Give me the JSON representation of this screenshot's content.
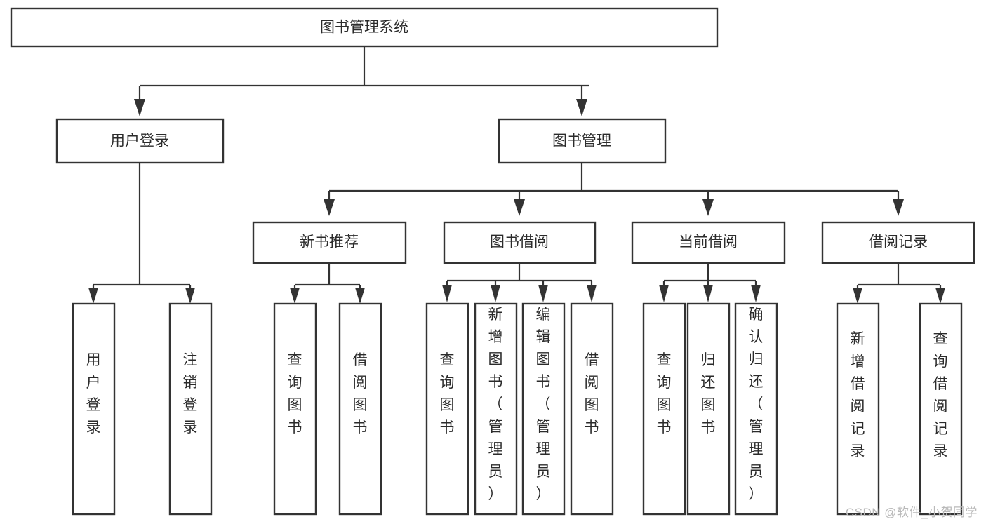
{
  "diagram": {
    "title": "图书管理系统",
    "type": "hierarchy-tree",
    "watermark": "CSDN @软件_小贺同学",
    "accent_color": "#333333",
    "background_color": "#ffffff",
    "levels": 4,
    "root": {
      "id": "root",
      "label": "图书管理系统",
      "orientation": "horizontal"
    },
    "level2": [
      {
        "id": "user-login",
        "label": "用户登录",
        "orientation": "horizontal"
      },
      {
        "id": "book-management",
        "label": "图书管理",
        "orientation": "horizontal"
      }
    ],
    "level3": [
      {
        "id": "new-book-recommend",
        "label": "新书推荐",
        "orientation": "horizontal",
        "parent": "book-management"
      },
      {
        "id": "book-borrow",
        "label": "图书借阅",
        "orientation": "horizontal",
        "parent": "book-management"
      },
      {
        "id": "current-borrow",
        "label": "当前借阅",
        "orientation": "horizontal",
        "parent": "book-management"
      },
      {
        "id": "borrow-record",
        "label": "借阅记录",
        "orientation": "horizontal",
        "parent": "book-management"
      }
    ],
    "leaves": {
      "user-login": [
        {
          "id": "leaf-user-login",
          "label": "用户登录",
          "orientation": "vertical"
        },
        {
          "id": "leaf-logout",
          "label": "注销登录",
          "orientation": "vertical"
        }
      ],
      "new-book-recommend": [
        {
          "id": "leaf-query-book-1",
          "label": "查询图书",
          "orientation": "vertical"
        },
        {
          "id": "leaf-borrow-book-1",
          "label": "借阅图书",
          "orientation": "vertical"
        }
      ],
      "book-borrow": [
        {
          "id": "leaf-query-book-2",
          "label": "查询图书",
          "orientation": "vertical"
        },
        {
          "id": "leaf-add-book",
          "label": "新增图书（管理员）",
          "orientation": "vertical"
        },
        {
          "id": "leaf-edit-book",
          "label": "编辑图书（管理员）",
          "orientation": "vertical"
        },
        {
          "id": "leaf-borrow-book-2",
          "label": "借阅图书",
          "orientation": "vertical"
        }
      ],
      "current-borrow": [
        {
          "id": "leaf-query-book-3",
          "label": "查询图书",
          "orientation": "vertical"
        },
        {
          "id": "leaf-return-book",
          "label": "归还图书",
          "orientation": "vertical"
        },
        {
          "id": "leaf-confirm-return",
          "label": "确认归还（管理员）",
          "orientation": "vertical"
        }
      ],
      "borrow-record": [
        {
          "id": "leaf-add-record",
          "label": "新增借阅记录",
          "orientation": "vertical"
        },
        {
          "id": "leaf-query-record",
          "label": "查询借阅记录",
          "orientation": "vertical"
        }
      ]
    }
  }
}
